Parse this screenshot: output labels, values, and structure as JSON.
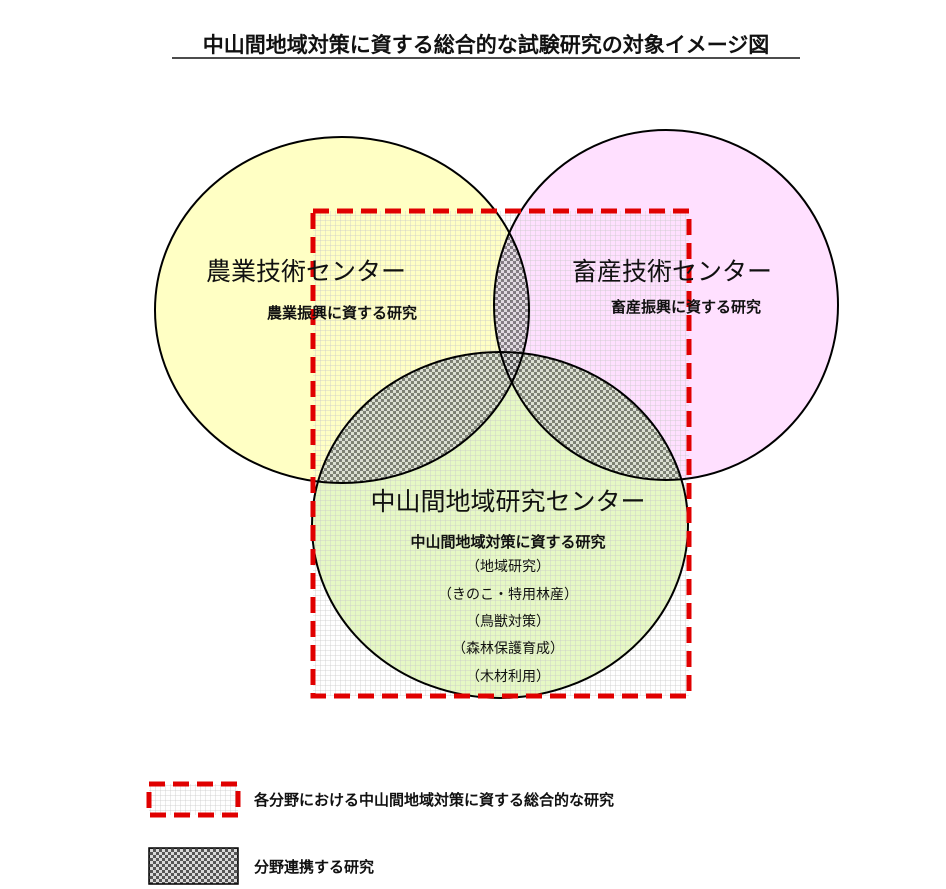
{
  "title": "中山間地域対策に資する総合的な試験研究の対象イメージ図",
  "agri": {
    "name": "農業技術センター",
    "desc": "農業振興に資する研究"
  },
  "livestock": {
    "name": "畜産技術センター",
    "desc": "畜産振興に資する研究"
  },
  "mountain": {
    "name": "中山間地域研究センター",
    "desc": "中山間地域対策に資する研究",
    "items": [
      "（地域研究）",
      "（きのこ・特用林産）",
      "（鳥獣対策）",
      "（森林保護育成）",
      "（木材利用）"
    ]
  },
  "legend": {
    "dashed": "各分野における中山間地域対策に資する総合的な研究",
    "hatched": "分野連携する研究"
  },
  "colors": {
    "agri": "#FFFFC4",
    "livestock": "#FFE0FF",
    "mountain": "#E6F8C4",
    "dashed_border": "#E00000",
    "outline": "#000000"
  }
}
